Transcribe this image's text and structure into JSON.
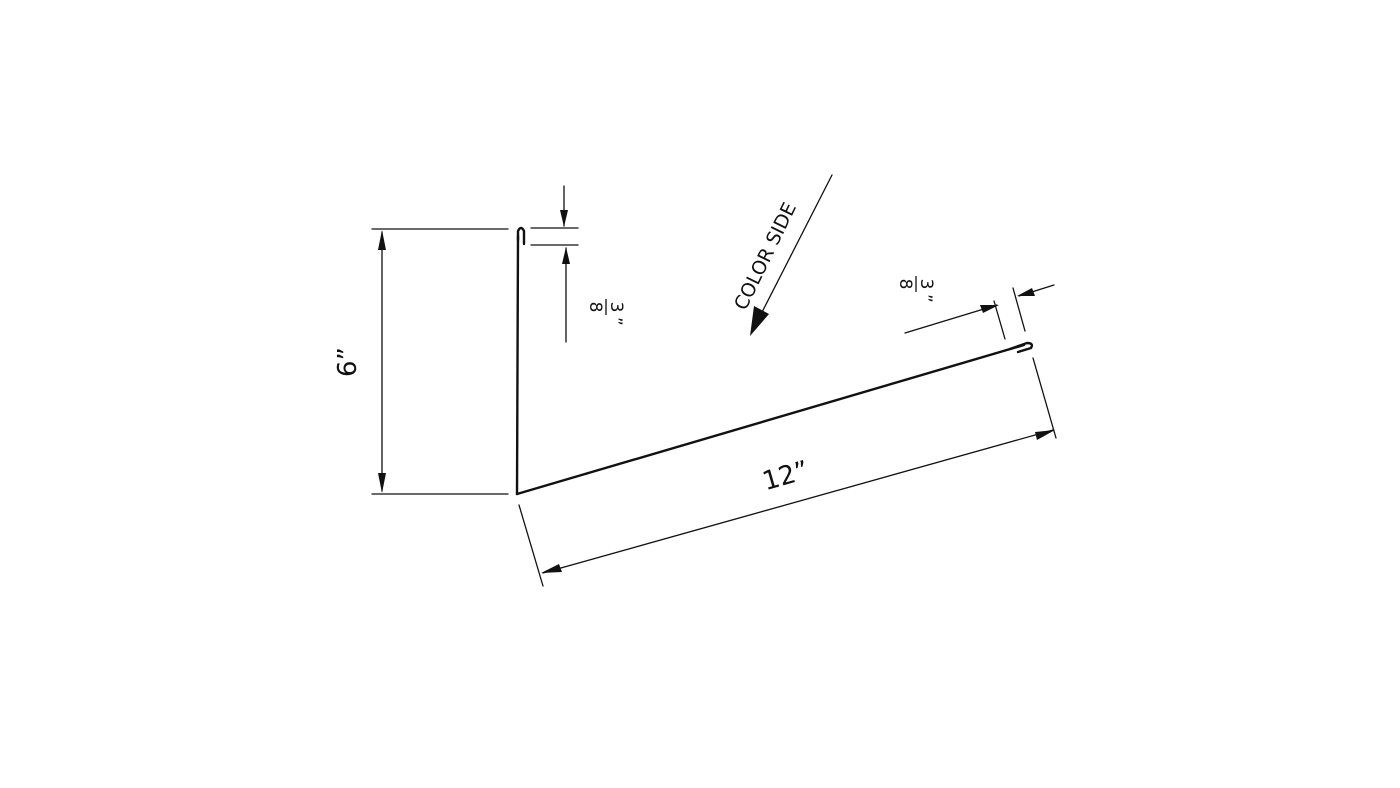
{
  "drawing": {
    "dimensions": {
      "height": "6”",
      "length": "12”",
      "top_hem": {
        "numerator": "3",
        "denominator": "8",
        "inch_mark": "”"
      },
      "end_hem": {
        "numerator": "3",
        "denominator": "8",
        "inch_mark": "”"
      }
    },
    "color_side_label": "COLOR SIDE"
  }
}
